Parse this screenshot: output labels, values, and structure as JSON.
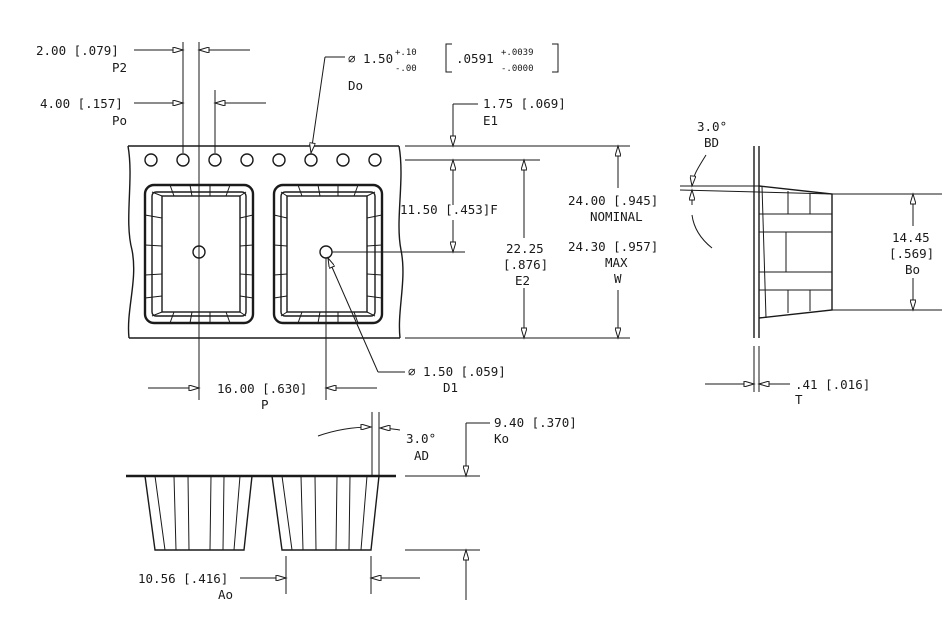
{
  "dimensions": {
    "p2": {
      "value": "2.00 [.079]",
      "name": "P2"
    },
    "po": {
      "value": "4.00 [.157]",
      "name": "Po"
    },
    "do": {
      "name": "Do",
      "tol_hi": "+.10",
      "tol_lo": "-.00",
      "inch": ".0591",
      "inch_tol_hi": "+.0039",
      "inch_tol_lo": "-.0000"
    },
    "e1": {
      "value": "1.75 [.069]",
      "name": "E1"
    },
    "f": {
      "value": "11.50 [.453]F"
    },
    "e2": {
      "mm": "22.25",
      "inch": "[.876]",
      "name": "E2"
    },
    "w_nominal": {
      "value": "24.00 [.945]",
      "note": "NOMINAL"
    },
    "w_max": {
      "value": "24.30 [.957]",
      "note": "MAX",
      "name": "W"
    },
    "bd": {
      "angle": "3.0°",
      "name": "BD"
    },
    "bo": {
      "mm": "14.45",
      "inch": "[.569]",
      "name": "Bo"
    },
    "p": {
      "value": "16.00 [.630]",
      "name": "P"
    },
    "d1": {
      "value": "1.50 [.059]",
      "name": "D1"
    },
    "t": {
      "value": ".41 [.016]",
      "name": "T"
    },
    "ad": {
      "angle": "3.0°",
      "name": "AD"
    },
    "ko": {
      "value": "9.40 [.370]",
      "name": "Ko"
    },
    "ao": {
      "value": "10.56 [.416]",
      "name": "Ao"
    }
  }
}
